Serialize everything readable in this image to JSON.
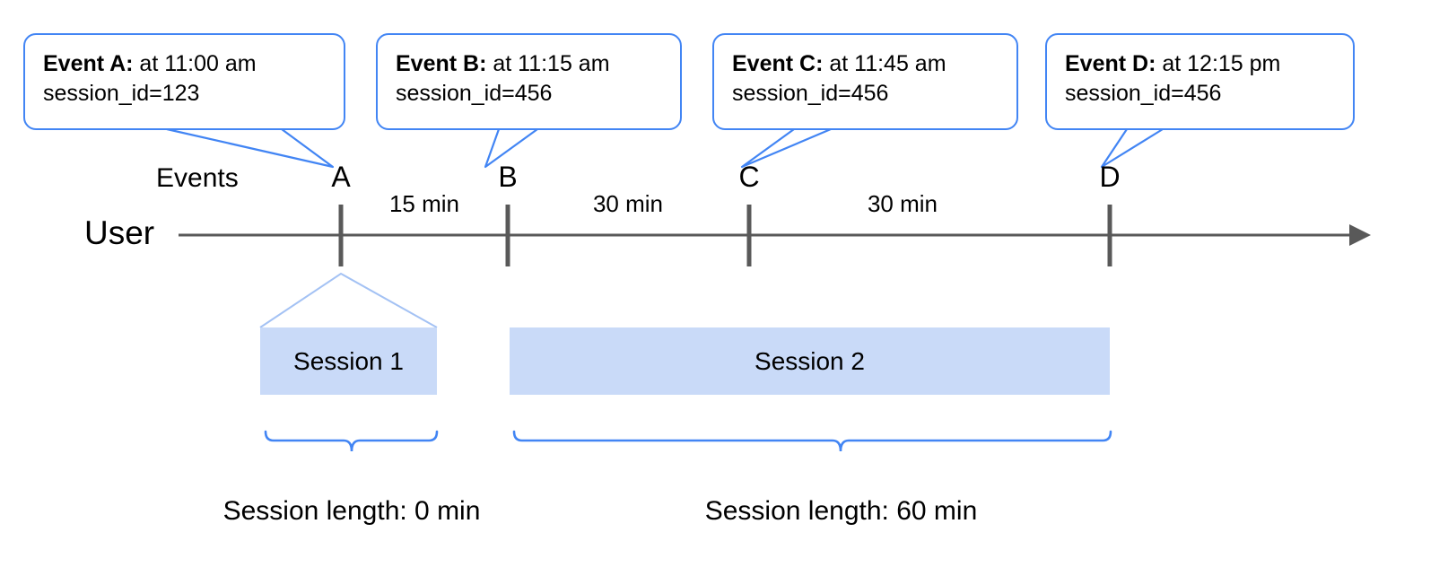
{
  "colors": {
    "callout_border": "#4285F4",
    "brace_line": "#4285F4",
    "leader_line": "#4285F4",
    "session_fill": "#C9DAF8",
    "axis": "#595959",
    "text": "#000000"
  },
  "axis": {
    "row_label_events": "Events",
    "row_label_user": "User"
  },
  "callouts": [
    {
      "name": "Event A:",
      "detail": " at 11:00 am",
      "session": "session_id=123"
    },
    {
      "name": "Event B:",
      "detail": " at 11:15 am",
      "session": "session_id=456"
    },
    {
      "name": "Event C:",
      "detail": " at 11:45 am",
      "session": "session_id=456"
    },
    {
      "name": "Event D:",
      "detail": " at 12:15 pm",
      "session": "session_id=456"
    }
  ],
  "event_points": [
    {
      "label": "A"
    },
    {
      "label": "B"
    },
    {
      "label": "C"
    },
    {
      "label": "D"
    }
  ],
  "gaps": [
    {
      "label": "15 min"
    },
    {
      "label": "30 min"
    },
    {
      "label": "30 min"
    }
  ],
  "sessions": [
    {
      "label": "Session 1",
      "length_label": "Session length: 0 min"
    },
    {
      "label": "Session 2",
      "length_label": "Session length: 60 min"
    }
  ]
}
